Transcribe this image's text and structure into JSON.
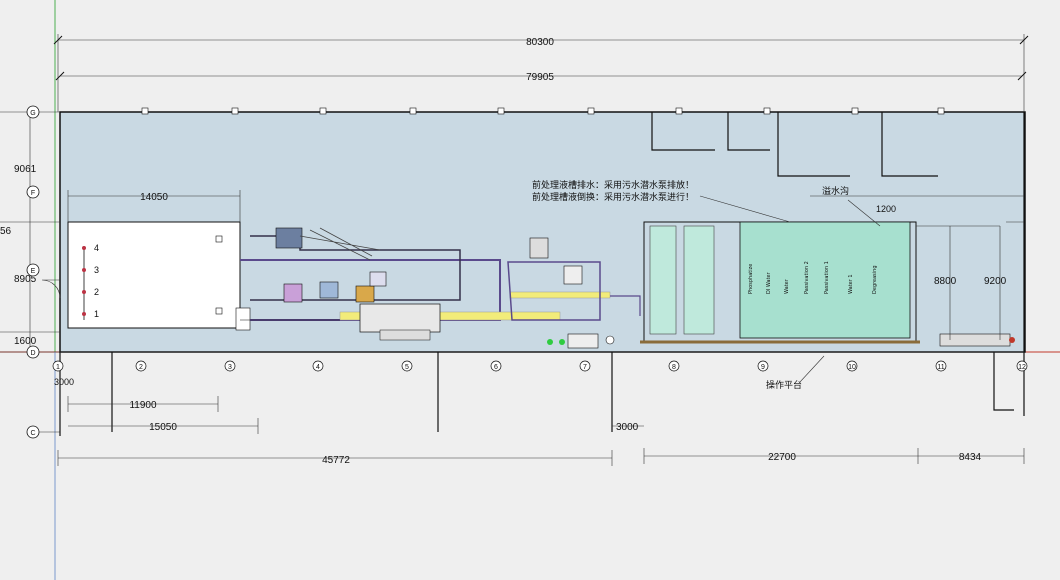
{
  "dimensions": {
    "top_overall": "80300",
    "top_inner": "79905",
    "left_height_upper": "9061",
    "left_height_lower": "8905",
    "left_cut": "56",
    "left_bottom": "1600",
    "oven_width": "14050",
    "bottom_small": "3000",
    "bottom_a": "11900",
    "bottom_b": "15050",
    "bottom_total_left": "45772",
    "bottom_gap": "3000",
    "bottom_tanks": "22700",
    "bottom_right": "8434",
    "right_a": "8800",
    "right_b": "9200",
    "dim_1200": "1200"
  },
  "notes": {
    "drain_line_1": "前处理液槽排水：采用污水潜水泵排放！",
    "drain_line_2": "前处理槽液倒换：采用污水潜水泵进行！",
    "overflow": "溢水沟",
    "platform": "操作平台"
  },
  "row_axes": [
    "G",
    "F",
    "E",
    "D",
    "C"
  ],
  "column_axes": [
    "1",
    "2",
    "3",
    "4",
    "5",
    "6",
    "7",
    "8",
    "9",
    "10",
    "11",
    "12"
  ],
  "oven_levels": [
    "4",
    "3",
    "2",
    "1"
  ],
  "tank_labels": [
    "Phosphatize",
    "DI Water",
    "Water",
    "Passivation 2",
    "Passivation 1",
    "Water 1",
    "Degreasing"
  ],
  "colors": {
    "floor": "#c9d9e3",
    "tank_green": "#a7e0cf",
    "yellow_pipe": "#f2ec7a",
    "purple_pipe": "#5a4a8c",
    "wall": "#111111"
  }
}
